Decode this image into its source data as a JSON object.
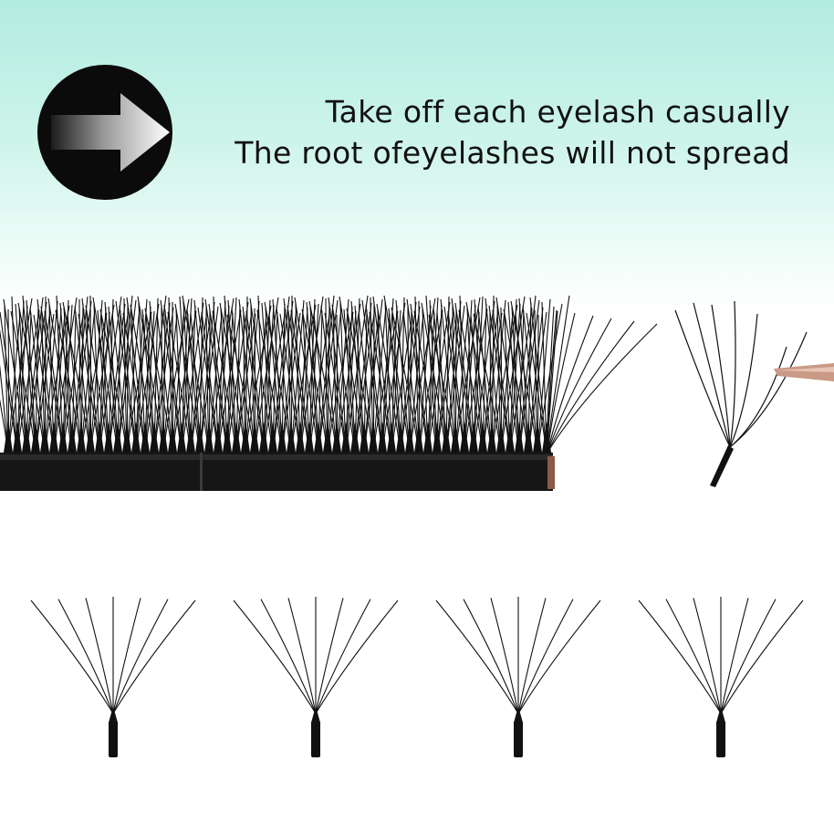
{
  "headline": {
    "line1": "Take off each eyelash casually",
    "line2": "The root ofeyelashes will not spread"
  },
  "colors": {
    "gradient_top": "#b3ece0",
    "lash": "#111111",
    "badge": "#0b0b0b",
    "tweezer": "#c99a85"
  },
  "icons": {
    "badge_icon": "arrow-right-icon",
    "tool_icon": "tweezer-icon"
  },
  "lash_strip": {
    "fan_count": 60
  },
  "single_fans": {
    "count": 4,
    "hairs_per_fan": 7
  }
}
